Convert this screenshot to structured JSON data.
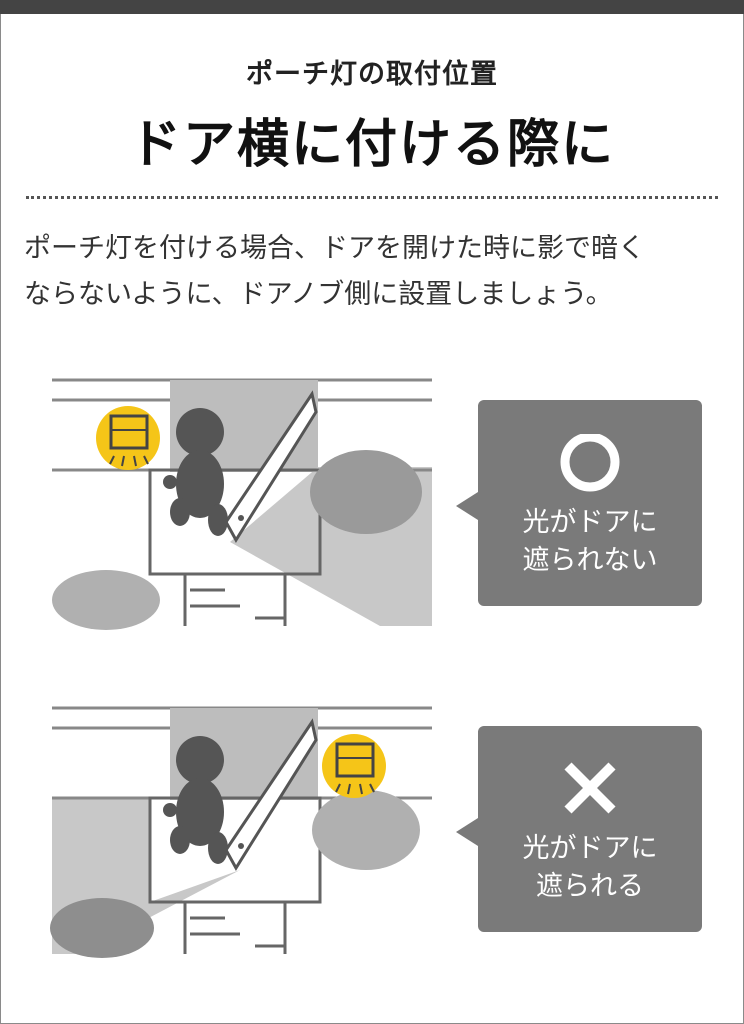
{
  "header": {
    "subtitle": "ポーチ灯の取付位置",
    "title": "ドア横に付ける際に"
  },
  "description": {
    "line1": "ポーチ灯を付ける場合、ドアを開けた時に影で暗く",
    "line2": "ならないように、ドアノブ側に設置しましょう。"
  },
  "panels": [
    {
      "mark_icon": "circle-icon",
      "caption_line1": "光がドアに",
      "caption_line2": "遮られない"
    },
    {
      "mark_icon": "cross-icon",
      "caption_line1": "光がドアに",
      "caption_line2": "遮られる"
    }
  ],
  "colors": {
    "lamp": "#f5c518",
    "callout": "#7a7a7a",
    "shade": "#c8c8c8",
    "person": "#555555"
  }
}
